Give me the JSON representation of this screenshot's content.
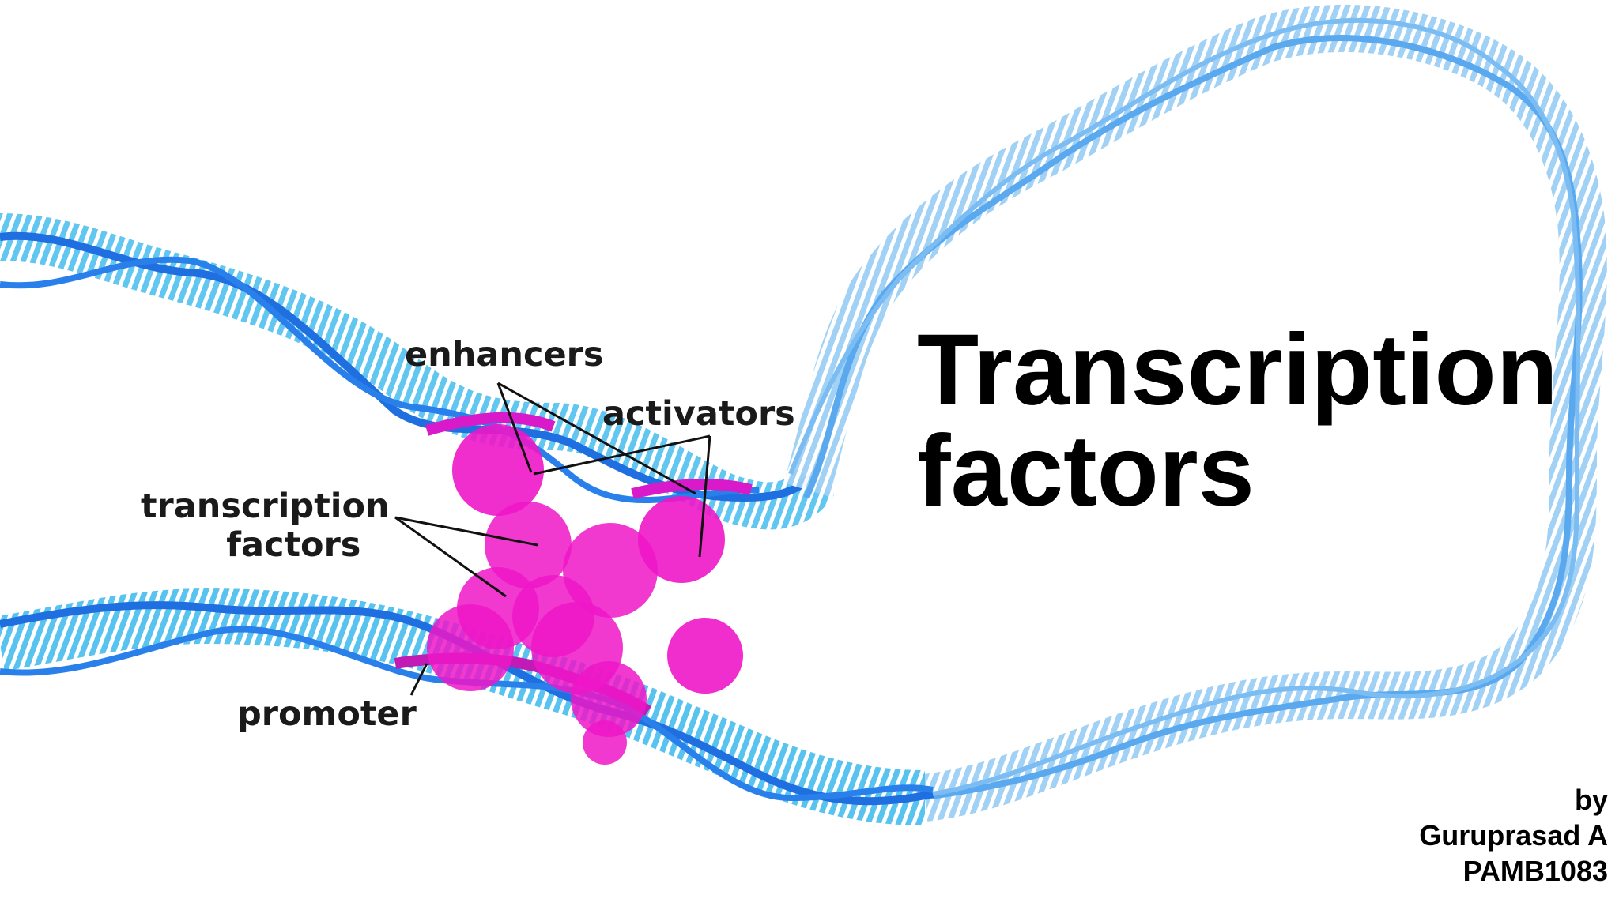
{
  "title": {
    "line1": "Transcription",
    "line2": "factors"
  },
  "labels": {
    "enhancers": "enhancers",
    "activators": "activators",
    "transcription_factors_line1": "transcription",
    "transcription_factors_line2": "factors",
    "promoter": "promoter"
  },
  "byline": {
    "by": "by",
    "author": "Guruprasad A",
    "id": "PAMB1083"
  },
  "colors": {
    "dna_dark": "#1f6fe0",
    "dna_light": "#5ec8f0",
    "dna_pale": "#a9d3f5",
    "protein": "#ee16c8",
    "text": "#000000"
  }
}
